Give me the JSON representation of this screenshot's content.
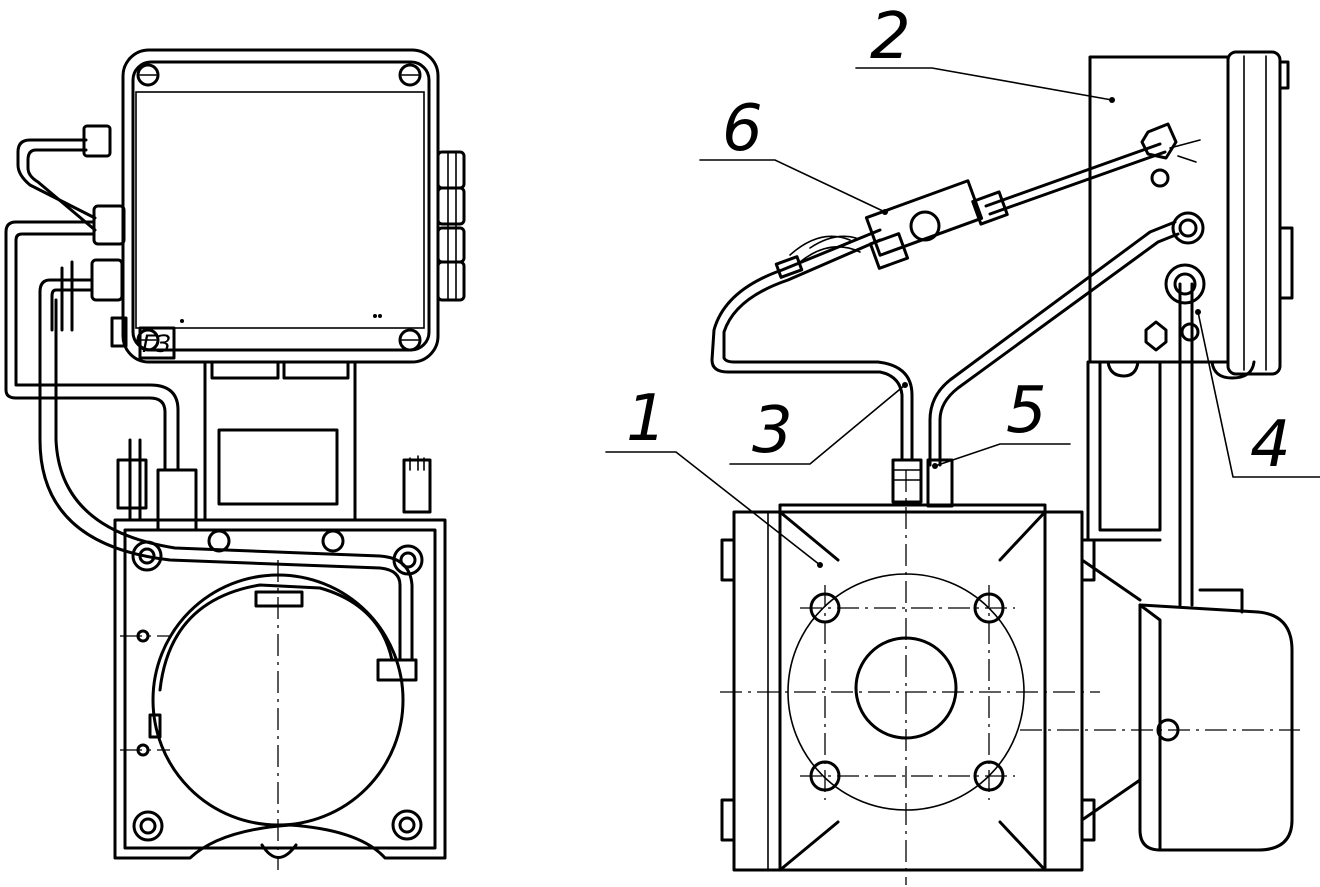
{
  "drawing": {
    "callouts": [
      {
        "id": "1",
        "label": "1"
      },
      {
        "id": "2",
        "label": "2"
      },
      {
        "id": "3",
        "label": "3"
      },
      {
        "id": "4",
        "label": "4"
      },
      {
        "id": "5",
        "label": "5"
      },
      {
        "id": "6",
        "label": "6"
      }
    ],
    "front_view": {
      "box_marking": "ГЗ"
    }
  }
}
